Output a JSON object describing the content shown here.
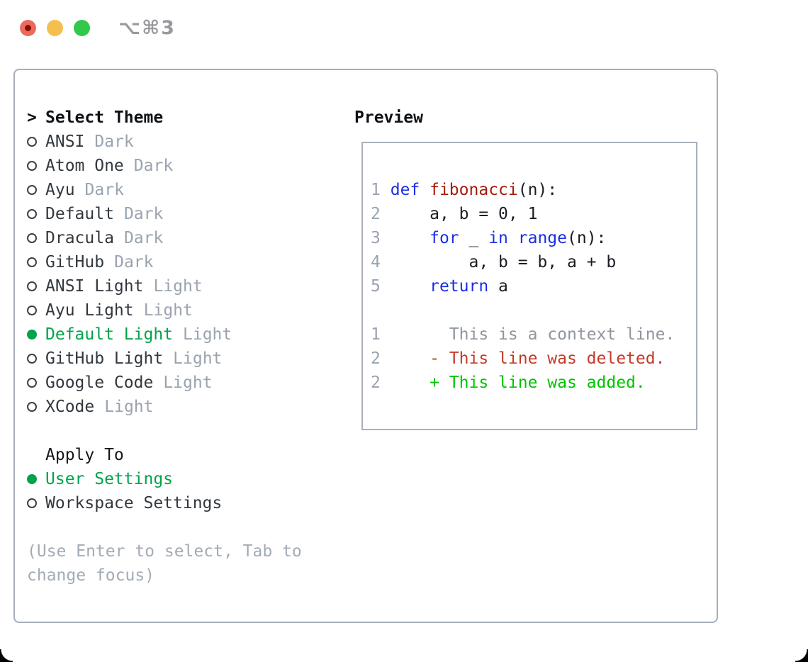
{
  "window": {
    "shortcut_label": "⌥⌘3"
  },
  "theme_selector": {
    "title": "Select Theme",
    "title_marker": ">",
    "items": [
      {
        "name": "ANSI",
        "variant": "Dark",
        "selected": false
      },
      {
        "name": "Atom One",
        "variant": "Dark",
        "selected": false
      },
      {
        "name": "Ayu",
        "variant": "Dark",
        "selected": false
      },
      {
        "name": "Default",
        "variant": "Dark",
        "selected": false
      },
      {
        "name": "Dracula",
        "variant": "Dark",
        "selected": false
      },
      {
        "name": "GitHub",
        "variant": "Dark",
        "selected": false
      },
      {
        "name": "ANSI Light",
        "variant": "Light",
        "selected": false
      },
      {
        "name": "Ayu Light",
        "variant": "Light",
        "selected": false
      },
      {
        "name": "Default Light",
        "variant": "Light",
        "selected": true
      },
      {
        "name": "GitHub Light",
        "variant": "Light",
        "selected": false
      },
      {
        "name": "Google Code",
        "variant": "Light",
        "selected": false
      },
      {
        "name": "XCode",
        "variant": "Light",
        "selected": false
      }
    ],
    "apply_to": {
      "title": "Apply To",
      "options": [
        {
          "name": "User Settings",
          "selected": true
        },
        {
          "name": "Workspace Settings",
          "selected": false
        }
      ]
    },
    "help_lines": [
      "(Use Enter to select, Tab to",
      "change focus)"
    ]
  },
  "preview": {
    "title": "Preview",
    "code_lines": [
      {
        "num": "1",
        "tokens": [
          {
            "text": "def ",
            "type": "keyword"
          },
          {
            "text": "fibonacci",
            "type": "function"
          },
          {
            "text": "(n):",
            "type": "plain"
          }
        ]
      },
      {
        "num": "2",
        "tokens": [
          {
            "text": "    a, b = 0, 1",
            "type": "plain"
          }
        ]
      },
      {
        "num": "3",
        "tokens": [
          {
            "text": "    ",
            "type": "plain"
          },
          {
            "text": "for",
            "type": "keyword"
          },
          {
            "text": " _ ",
            "type": "plain"
          },
          {
            "text": "in",
            "type": "keyword"
          },
          {
            "text": " ",
            "type": "plain"
          },
          {
            "text": "range",
            "type": "keyword"
          },
          {
            "text": "(n):",
            "type": "plain"
          }
        ]
      },
      {
        "num": "4",
        "tokens": [
          {
            "text": "        a, b = b, a + b",
            "type": "plain"
          }
        ]
      },
      {
        "num": "5",
        "tokens": [
          {
            "text": "    ",
            "type": "plain"
          },
          {
            "text": "return",
            "type": "keyword"
          },
          {
            "text": " a",
            "type": "plain"
          }
        ]
      }
    ],
    "diff_lines": [
      {
        "num": "1",
        "marker": " ",
        "text": "This is a context line.",
        "type": "context"
      },
      {
        "num": "2",
        "marker": "-",
        "text": "This line was deleted.",
        "type": "deleted"
      },
      {
        "num": "2",
        "marker": "+",
        "text": "This line was added.",
        "type": "added"
      }
    ]
  },
  "colors": {
    "accent_green": "#00a34a",
    "keyword_blue": "#1b2ee2",
    "function_red": "#a51c0b",
    "diff_deleted": "#c43a28",
    "diff_added": "#00c400",
    "context_gray": "#8f969e",
    "lineno_gray": "#9aa3b1",
    "muted_gray": "#9aa4b0",
    "item_ink": "#33383f",
    "plain_ink": "#1a1d22",
    "traffic_red": "#ee6a5e",
    "traffic_red_dot": "#7c1207",
    "traffic_yellow": "#f5bf4f",
    "traffic_green": "#31c84b"
  }
}
